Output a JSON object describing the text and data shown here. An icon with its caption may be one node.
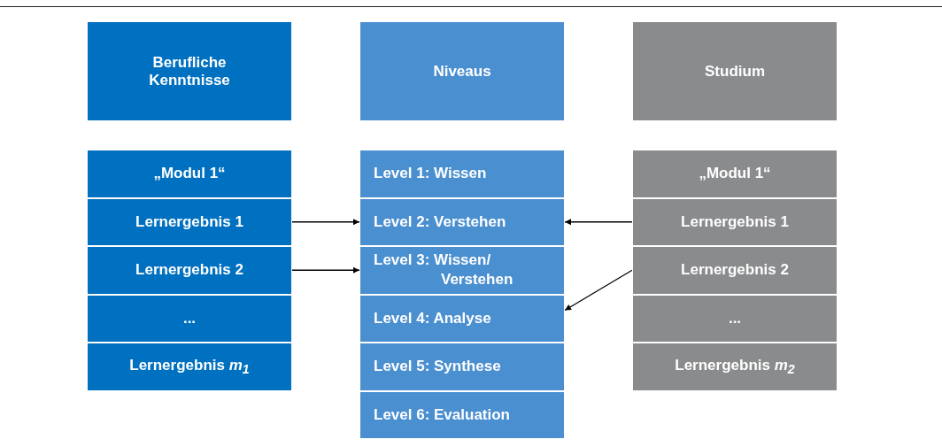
{
  "diagram": {
    "nodes": [
      {
        "text": [
          "Berufliche Kenntnisse"
        ]
      },
      {
        "text": [
          "Niveaus"
        ]
      },
      {
        "text": [
          "Studium"
        ]
      },
      {
        "text": [
          "„Modul 1“"
        ]
      },
      {
        "text": [
          "Lernergebnis 1"
        ]
      },
      {
        "text": [
          "Lernergebnis 2"
        ]
      },
      {
        "text": [
          "..."
        ]
      },
      {
        "text": [
          "Lernergebnis *m*$_{1}$"
        ]
      },
      {
        "text": [
          "Level 1: Wissen"
        ]
      },
      {
        "text": [
          "Level 2: Verstehen"
        ]
      },
      {
        "text": [
          "Level 3: Wissen/ Verstehen"
        ]
      },
      {
        "text": [
          "Level 4: Analyse"
        ]
      },
      {
        "text": [
          "Level 5: Synthese"
        ]
      },
      {
        "text": [
          "Level 6: Evaluation"
        ]
      },
      {
        "text": [
          "„Modul 1“"
        ]
      },
      {
        "text": [
          "Lernergebnis 1"
        ]
      },
      {
        "text": [
          "Lernergebnis 2"
        ]
      },
      {
        "text": [
          "..."
        ]
      },
      {
        "text": [
          "Lernergebnis *m*$_{2}$"
        ]
      }
    ],
    "edges": [
      {
        "from": 4,
        "to": 9,
        "arrow": "to"
      },
      {
        "from": 5,
        "to": 10,
        "arrow": "to"
      },
      {
        "from": 15,
        "to": 9,
        "arrow": "to"
      },
      {
        "from": 16,
        "to": 11,
        "arrow": "to"
      }
    ]
  }
}
